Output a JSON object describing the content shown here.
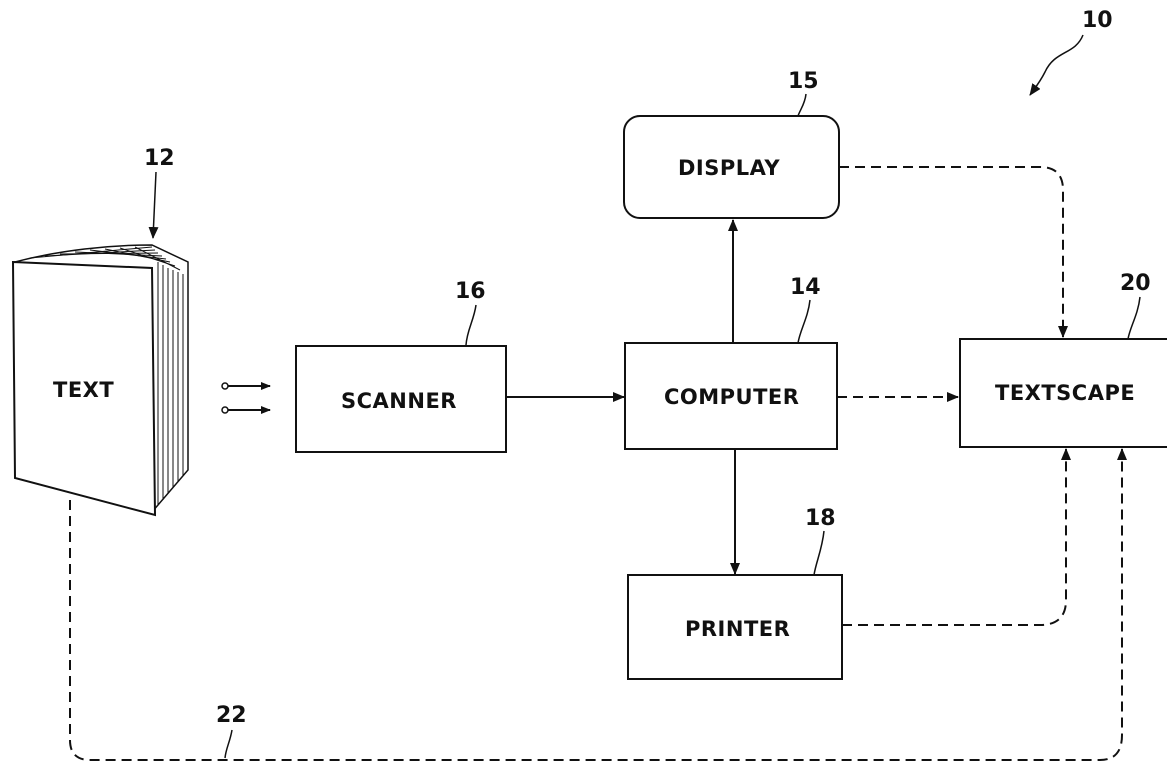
{
  "figure": {
    "system_ref": "10",
    "blocks": {
      "text": {
        "label": "TEXT",
        "ref": "12"
      },
      "scanner": {
        "label": "SCANNER",
        "ref": "16"
      },
      "computer": {
        "label": "COMPUTER",
        "ref": "14"
      },
      "display": {
        "label": "DISPLAY",
        "ref": "15"
      },
      "printer": {
        "label": "PRINTER",
        "ref": "18"
      },
      "textscape": {
        "label": "TEXTSCAPE",
        "ref": "20"
      }
    },
    "connections": [
      {
        "from": "text",
        "to": "scanner",
        "style": "double-arrow"
      },
      {
        "from": "scanner",
        "to": "computer",
        "style": "solid"
      },
      {
        "from": "computer",
        "to": "display",
        "style": "solid"
      },
      {
        "from": "computer",
        "to": "printer",
        "style": "solid"
      },
      {
        "from": "computer",
        "to": "textscape",
        "style": "dashed"
      },
      {
        "from": "display",
        "to": "textscape",
        "style": "dashed"
      },
      {
        "from": "printer",
        "to": "textscape",
        "style": "dashed"
      },
      {
        "from": "text",
        "to": "textscape",
        "style": "dashed",
        "ref": "22"
      }
    ],
    "feedback_ref": "22"
  }
}
